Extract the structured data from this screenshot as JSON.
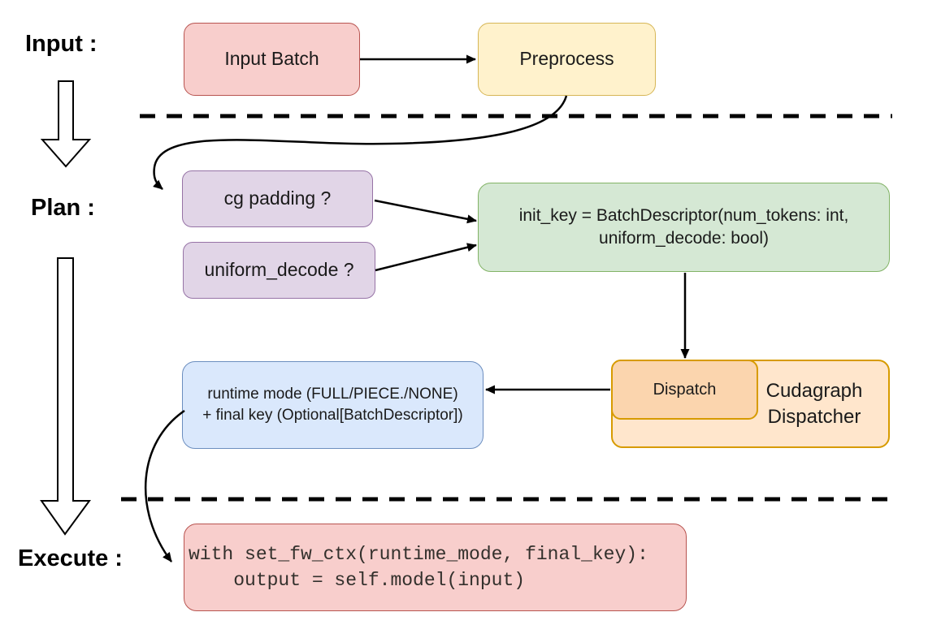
{
  "stages": {
    "input_label": "Input :",
    "plan_label": "Plan :",
    "execute_label": "Execute :"
  },
  "nodes": {
    "input_batch": {
      "label": "Input Batch"
    },
    "preprocess": {
      "label": "Preprocess"
    },
    "cg_padding": {
      "label": "cg padding ?"
    },
    "uniform_decode": {
      "label": "uniform_decode ?"
    },
    "init_key": {
      "line1": "init_key = BatchDescriptor(num_tokens: int,",
      "line2": "uniform_decode: bool)"
    },
    "runtime_mode": {
      "line1": "runtime mode (FULL/PIECE./NONE)",
      "line2": "+ final key (Optional[BatchDescriptor])"
    },
    "dispatch": {
      "label": "Dispatch"
    },
    "cudagraph_dispatcher": {
      "label": "Cudagraph Dispatcher"
    },
    "execute_code": {
      "line1": "with set_fw_ctx(runtime_mode, final_key):",
      "line2": "    output = self.model(input)"
    }
  },
  "colors": {
    "red_fill": "#f8cecc",
    "red_border": "#b85450",
    "yellow_fill": "#fff2cc",
    "yellow_border": "#d6b656",
    "purple_fill": "#e1d5e7",
    "purple_border": "#9673a6",
    "green_fill": "#d5e8d4",
    "green_border": "#82b366",
    "blue_fill": "#dae8fc",
    "blue_border": "#6c8ebf",
    "orange_light_fill": "#ffe6cc",
    "orange_dark_fill": "#fbd5ae",
    "orange_border": "#d79b00",
    "connector": "#000000"
  }
}
